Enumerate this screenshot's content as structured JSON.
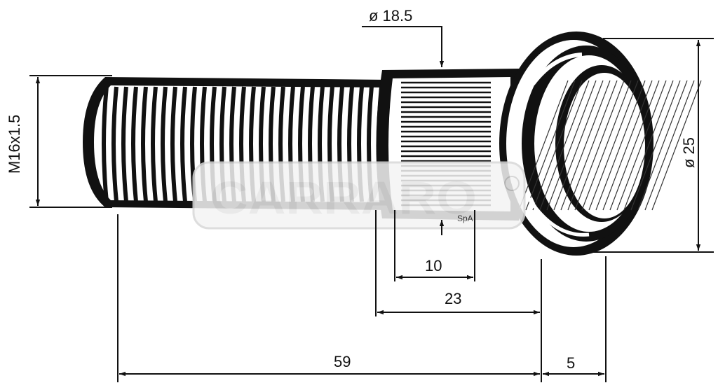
{
  "drawing": {
    "thread_label": "M16x1.5",
    "knurl_diameter_label": "ø 18.5",
    "head_diameter_label": "ø 25",
    "knurl_length_label": "10",
    "shank_length_label": "23",
    "total_length_label": "59",
    "head_thickness_label": "5"
  },
  "watermark": {
    "text": "CARRARO",
    "suffix": "SpA"
  }
}
